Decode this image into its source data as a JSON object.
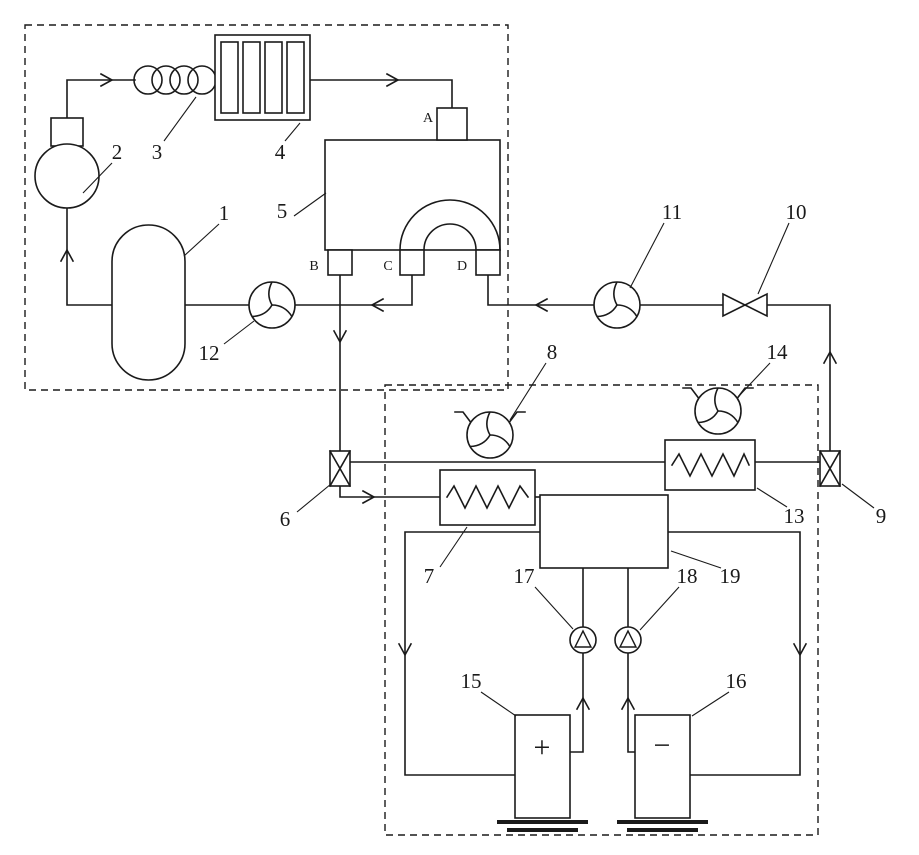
{
  "figure": {
    "component_labels": {
      "c1": "1",
      "c2": "2",
      "c3": "3",
      "c4": "4",
      "c5": "5",
      "c6": "6",
      "c7": "7",
      "c8": "8",
      "c9": "9",
      "c10": "10",
      "c11": "11",
      "c12": "12",
      "c13": "13",
      "c14": "14",
      "c15": "15",
      "c16": "16",
      "c17": "17",
      "c18": "18",
      "c19": "19"
    },
    "port_labels": {
      "A": "A",
      "B": "B",
      "C": "C",
      "D": "D"
    },
    "electrode_signs": {
      "positive": "+",
      "negative": "−"
    },
    "colors": {
      "line": "#1a1a1a",
      "background": "#ffffff"
    }
  }
}
